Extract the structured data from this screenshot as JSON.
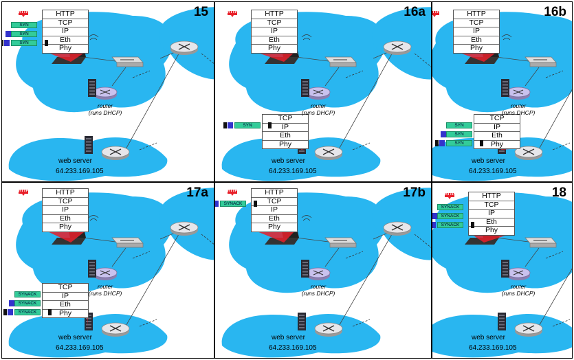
{
  "layer_labels": [
    "HTTP",
    "TCP",
    "IP",
    "Eth",
    "Phy"
  ],
  "server_layer_labels": [
    "TCP",
    "IP",
    "Eth",
    "Phy"
  ],
  "router_label": [
    "router",
    "(runs DHCP)"
  ],
  "web_server_label": "web server",
  "web_server_ip": "64.233.169.105",
  "http_badge": "HTTP",
  "colors": {
    "cloud": "#29b6f0",
    "packet_green": "#33cc99",
    "packet_blue": "#3333cc",
    "packet_dark": "#111111",
    "red_wedge": "#e8202a"
  },
  "panels": [
    {
      "step": "15",
      "client_packets": [
        "SYN",
        "SYN",
        "SYN"
      ],
      "server_packets": []
    },
    {
      "step": "16a",
      "client_packets": [],
      "server_packets": [
        "SYN"
      ]
    },
    {
      "step": "16b",
      "client_packets": [],
      "server_packets": [
        "SYN",
        "SYN",
        "SYN"
      ]
    },
    {
      "step": "17a",
      "client_packets": [],
      "server_packets": [
        "SYNACK",
        "SYNACK",
        "SYNACK"
      ]
    },
    {
      "step": "17b",
      "client_packets": [
        "SYNACK"
      ],
      "server_packets": []
    },
    {
      "step": "18",
      "client_packets": [
        "SYNACK",
        "SYNACK",
        "SYNACK"
      ],
      "server_packets": []
    }
  ]
}
